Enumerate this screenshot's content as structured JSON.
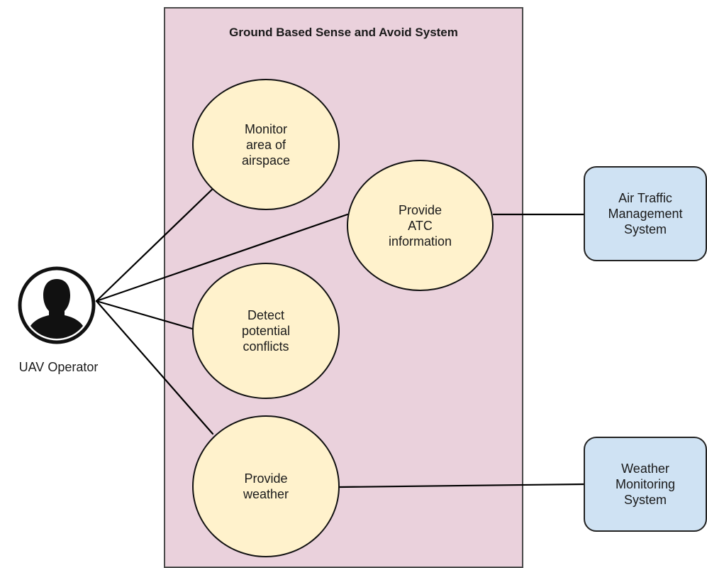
{
  "system": {
    "title": "Ground Based Sense and Avoid System"
  },
  "actor": {
    "label": "UAV Operator",
    "icon": "user-silhouette-icon"
  },
  "use_cases": {
    "monitor": "Monitor\narea of\nairspace",
    "atc": "Provide\nATC\ninformation",
    "detect": "Detect\npotential\nconflicts",
    "weather": "Provide\nweather"
  },
  "external_systems": {
    "atm": "Air Traffic\nManagement\nSystem",
    "weather_monitoring": "Weather\nMonitoring\nSystem"
  },
  "colors": {
    "boundary_fill": "#ead1dc",
    "use_case_fill": "#fff2cc",
    "external_system_fill": "#cfe2f3",
    "line": "#000000"
  }
}
